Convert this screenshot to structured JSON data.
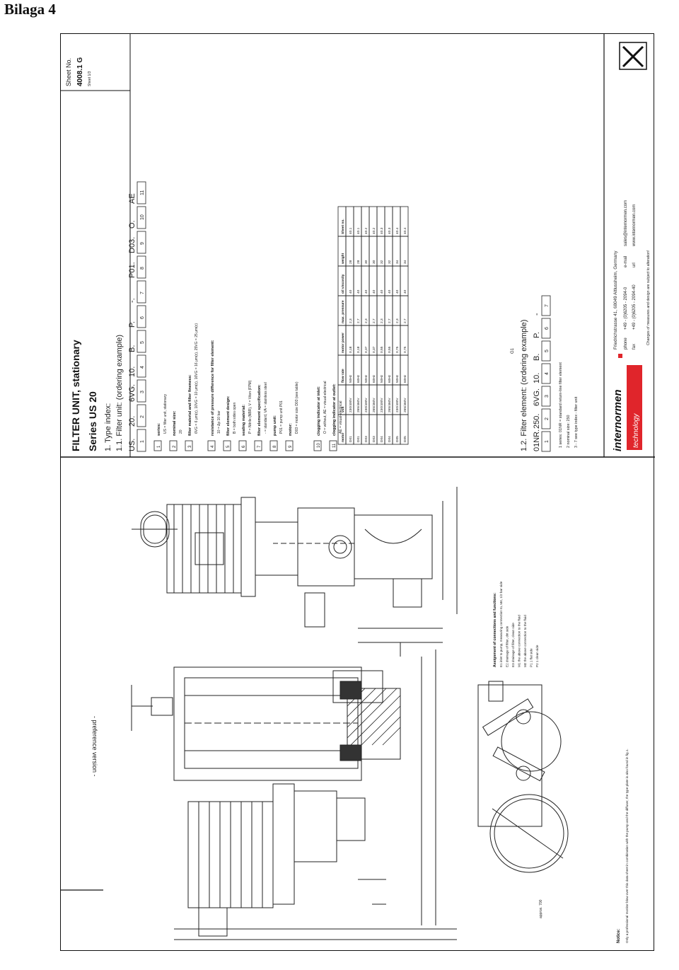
{
  "page": {
    "title": "Bilaga 4"
  },
  "header": {
    "doc_title_line1": "FILTER UNIT, stationary",
    "doc_title_line2": "Series   US 20",
    "sheet_label": "Sheet No.",
    "sheet_no": "4008.1 G",
    "sheet_sub": "Sheet 1/3"
  },
  "drawing": {
    "version_label": "- preference version -",
    "notice_heading": "Notice:",
    "notice_text": "Only a professional monitor blow over this data sheet in combination with the pump and the diffuser, the type plate is also found in fig.1.",
    "assignment_heading": "Assignment of connections and functions:",
    "assignment_items": [
      "E1  inlet to pump, measuring connection to, M4, 1/2 bar side",
      "E2  drainage of filter, dirt side",
      "E3  drainage of filter, clean side",
      "M1  the above connection to the fluid",
      "M2  the above connection to the fluid",
      "P1  1 flat side",
      "P2  1 clean side"
    ]
  },
  "type_index": {
    "heading": "1. Type index:",
    "sub_heading": "1.1. Filter unit: (ordering example)",
    "code_parts": [
      "US.",
      "20.",
      "6VG.",
      "10.",
      "B.",
      "P.",
      "-.",
      "P01.",
      "D03.",
      "O.",
      "AE"
    ],
    "code_positions": [
      "1",
      "2",
      "3",
      "4",
      "5",
      "6",
      "7",
      "8",
      "9",
      "10",
      "11"
    ],
    "fields": [
      {
        "n": "1",
        "name": "series:",
        "text": "US = filter unit, stationary"
      },
      {
        "n": "2",
        "name": "nominal size:",
        "text": "20"
      },
      {
        "n": "3",
        "name": "filter material and filter fineness:",
        "text": "6VG = 6 µm(c), 10VG = 10 µm(c), 16VG = 16 µm(c), 25VG = 25 µm(c)"
      },
      {
        "n": "4",
        "name": "resistance of pressure difference for filter element:",
        "text": "10 = Δp 10 bar"
      },
      {
        "n": "5",
        "name": "filter element design:",
        "text": "B = both sides open"
      },
      {
        "n": "6",
        "name": "sealing material:",
        "text": "P = Nitrile (NBR), V = Viton (FPM)"
      },
      {
        "n": "7",
        "name": "filter element specification:",
        "text": "- = standard, VA = stainless steel"
      },
      {
        "n": "8",
        "name": "pump unit:",
        "text": "P01 = pump unit P01"
      },
      {
        "n": "9",
        "name": "motor:",
        "text": "D03 = motor size D03 (see table)"
      },
      {
        "n": "10",
        "name": "clogging indicator at inlet:",
        "text": "O = without, AE = visual-electrical"
      },
      {
        "n": "11",
        "name": "clogging indicator at outlet:",
        "text": "AE = visual-electrical"
      }
    ],
    "motor_table": {
      "headers": [
        "motor",
        "volt",
        "flow rate",
        "motor power",
        "max. pressure",
        "oil viscosity",
        "weight",
        "Sheet no."
      ],
      "rows": [
        [
          "D01",
          "230/400V",
          "50Hz",
          "0,18",
          "2,3",
          "40",
          "28",
          "40.1"
        ],
        [
          "D01",
          "265/460V",
          "60Hz",
          "0,18",
          "2,7",
          "40",
          "28",
          "40.1"
        ],
        [
          "D03",
          "230/400V",
          "50Hz",
          "0,37",
          "2,3",
          "40",
          "30",
          "40.2"
        ],
        [
          "D03",
          "265/460V",
          "60Hz",
          "0,37",
          "2,7",
          "40",
          "30",
          "40.2"
        ],
        [
          "D04",
          "230/400V",
          "50Hz",
          "0,55",
          "2,3",
          "40",
          "32",
          "40.3"
        ],
        [
          "D04",
          "265/460V",
          "60Hz",
          "0,55",
          "2,7",
          "40",
          "32",
          "40.3"
        ],
        [
          "D05",
          "230/400V",
          "50Hz",
          "0,75",
          "2,3",
          "40",
          "34",
          "40.4"
        ],
        [
          "D05",
          "265/460V",
          "60Hz",
          "0,75",
          "2,7",
          "40",
          "34",
          "40.4"
        ]
      ]
    }
  },
  "filter_element": {
    "heading": "1.2. Filter element: (ordering example)",
    "code_parts": [
      "01NR.",
      "250.",
      "6VG.",
      "10.",
      "B.",
      "P.",
      "-"
    ],
    "code_positions": [
      "1",
      "2",
      "3",
      "4",
      "5",
      "6",
      "7"
    ],
    "lines": [
      "1  series: 01NR = standard return-line filter element",
      "2  nominal size: 250",
      "3 - 7  see type index - filter unit"
    ]
  },
  "footer": {
    "brand": "internormen",
    "brand_sub": "technology",
    "address": "Friedrichstrasse 41, 68049 Altlussheim, Germany",
    "phone_label": "phone",
    "phone": "+49 - (0)6205 - 2094-0",
    "fax_label": "fax",
    "fax": "+49 - (0)6205 - 2094-40",
    "email_label": "e-mail",
    "email": "sales@internormen.com",
    "url_label": "url",
    "url": "www.internormen.com",
    "changes_note": "Changes of measures and design are subject to alteration!"
  },
  "colors": {
    "brand_red": "#e0252b",
    "line": "#111111"
  }
}
